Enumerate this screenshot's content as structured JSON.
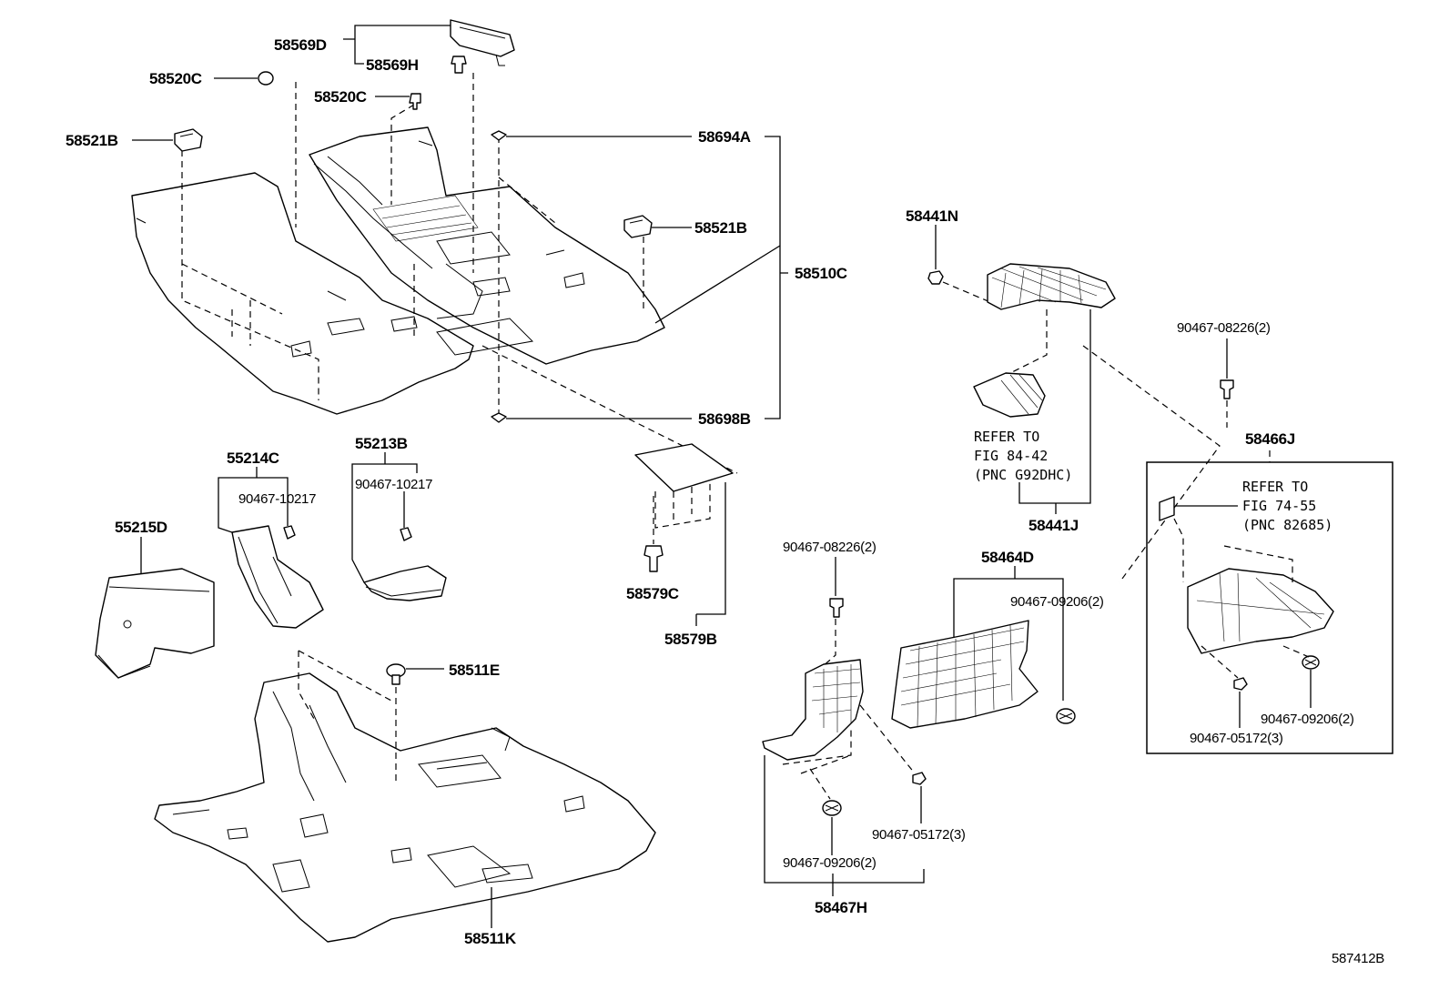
{
  "labels": {
    "p58569D": "58569D",
    "p58569H": "58569H",
    "p58520C_a": "58520C",
    "p58520C_b": "58520C",
    "p58521B_a": "58521B",
    "p58521B_b": "58521B",
    "p58694A": "58694A",
    "p58510C": "58510C",
    "p58698B": "58698B",
    "p58441N": "58441N",
    "p58441J": "58441J",
    "p90467_08226_r": "90467-08226(2)",
    "p58466J": "58466J",
    "p55214C": "55214C",
    "p55213B": "55213B",
    "p90467_10217_a": "90467-10217",
    "p90467_10217_b": "90467-10217",
    "p55215D": "55215D",
    "p58579C": "58579C",
    "p58579B": "58579B",
    "p90467_08226_m": "90467-08226(2)",
    "p58464D": "58464D",
    "p90467_09206_m": "90467-09206(2)",
    "p90467_09206_r": "90467-09206(2)",
    "p90467_05172_r": "90467-05172(3)",
    "p58511E": "58511E",
    "p90467_05172_m": "90467-05172(3)",
    "p90467_09206_b": "90467-09206(2)",
    "p58467H": "58467H",
    "p58511K": "58511K"
  },
  "notes": {
    "refer1_line1": "REFER TO",
    "refer1_line2": "FIG 84-42",
    "refer1_line3": "(PNC G92DHC)",
    "refer2_line1": "REFER TO",
    "refer2_line2": "FIG 74-55",
    "refer2_line3": "(PNC 82685)"
  },
  "diagram_code": "587412B"
}
